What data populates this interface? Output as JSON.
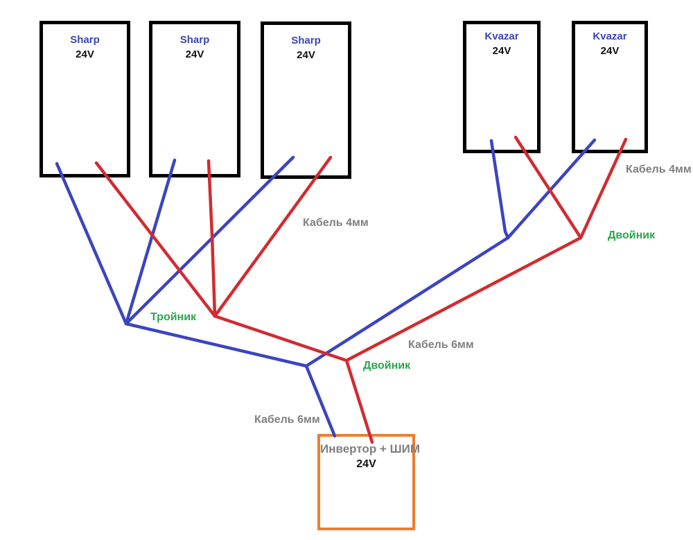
{
  "colors": {
    "wire_negative": "#3b44c0",
    "wire_positive": "#d22b30",
    "connector_label": "#28a74b",
    "cable_label": "#7f7f7f",
    "panel_border": "#000000",
    "panel_name": "#3b43b5",
    "inverter_border": "#ed7d31",
    "voltage_text": "#111111"
  },
  "panels": [
    {
      "name": "Sharp",
      "voltage": "24V"
    },
    {
      "name": "Sharp",
      "voltage": "24V"
    },
    {
      "name": "Sharp",
      "voltage": "24V"
    },
    {
      "name": "Kvazar",
      "voltage": "24V"
    },
    {
      "name": "Kvazar",
      "voltage": "24V"
    }
  ],
  "inverter": {
    "name": "Инвертор + ШИМ",
    "voltage": "24V"
  },
  "labels": {
    "cable_4mm_left": "Кабель 4мм",
    "cable_4mm_right": "Кабель 4мм",
    "cable_6mm_middle": "Кабель 6мм",
    "cable_6mm_bottom": "Кабель 6мм",
    "tee_connector": "Тройник",
    "doubler_connector_middle": "Двойник",
    "doubler_connector_right": "Двойник"
  }
}
